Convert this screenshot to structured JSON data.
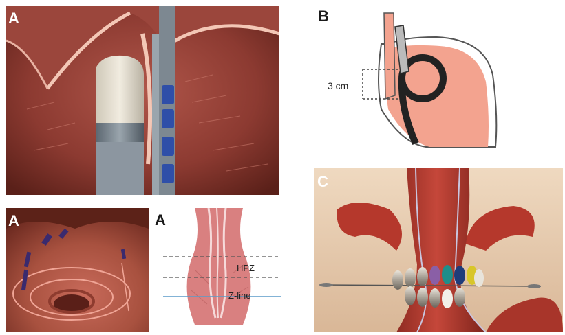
{
  "panels": {
    "top_left": {
      "tag": "A"
    },
    "top_right": {
      "tag": "B",
      "measure_label": "3 cm"
    },
    "bottom_left": {
      "tag": "A"
    },
    "bottom_middle": {
      "tag": "A",
      "label_hpz": "HPZ",
      "label_zline": "Z-line"
    },
    "bottom_right": {
      "tag": "C"
    }
  }
}
